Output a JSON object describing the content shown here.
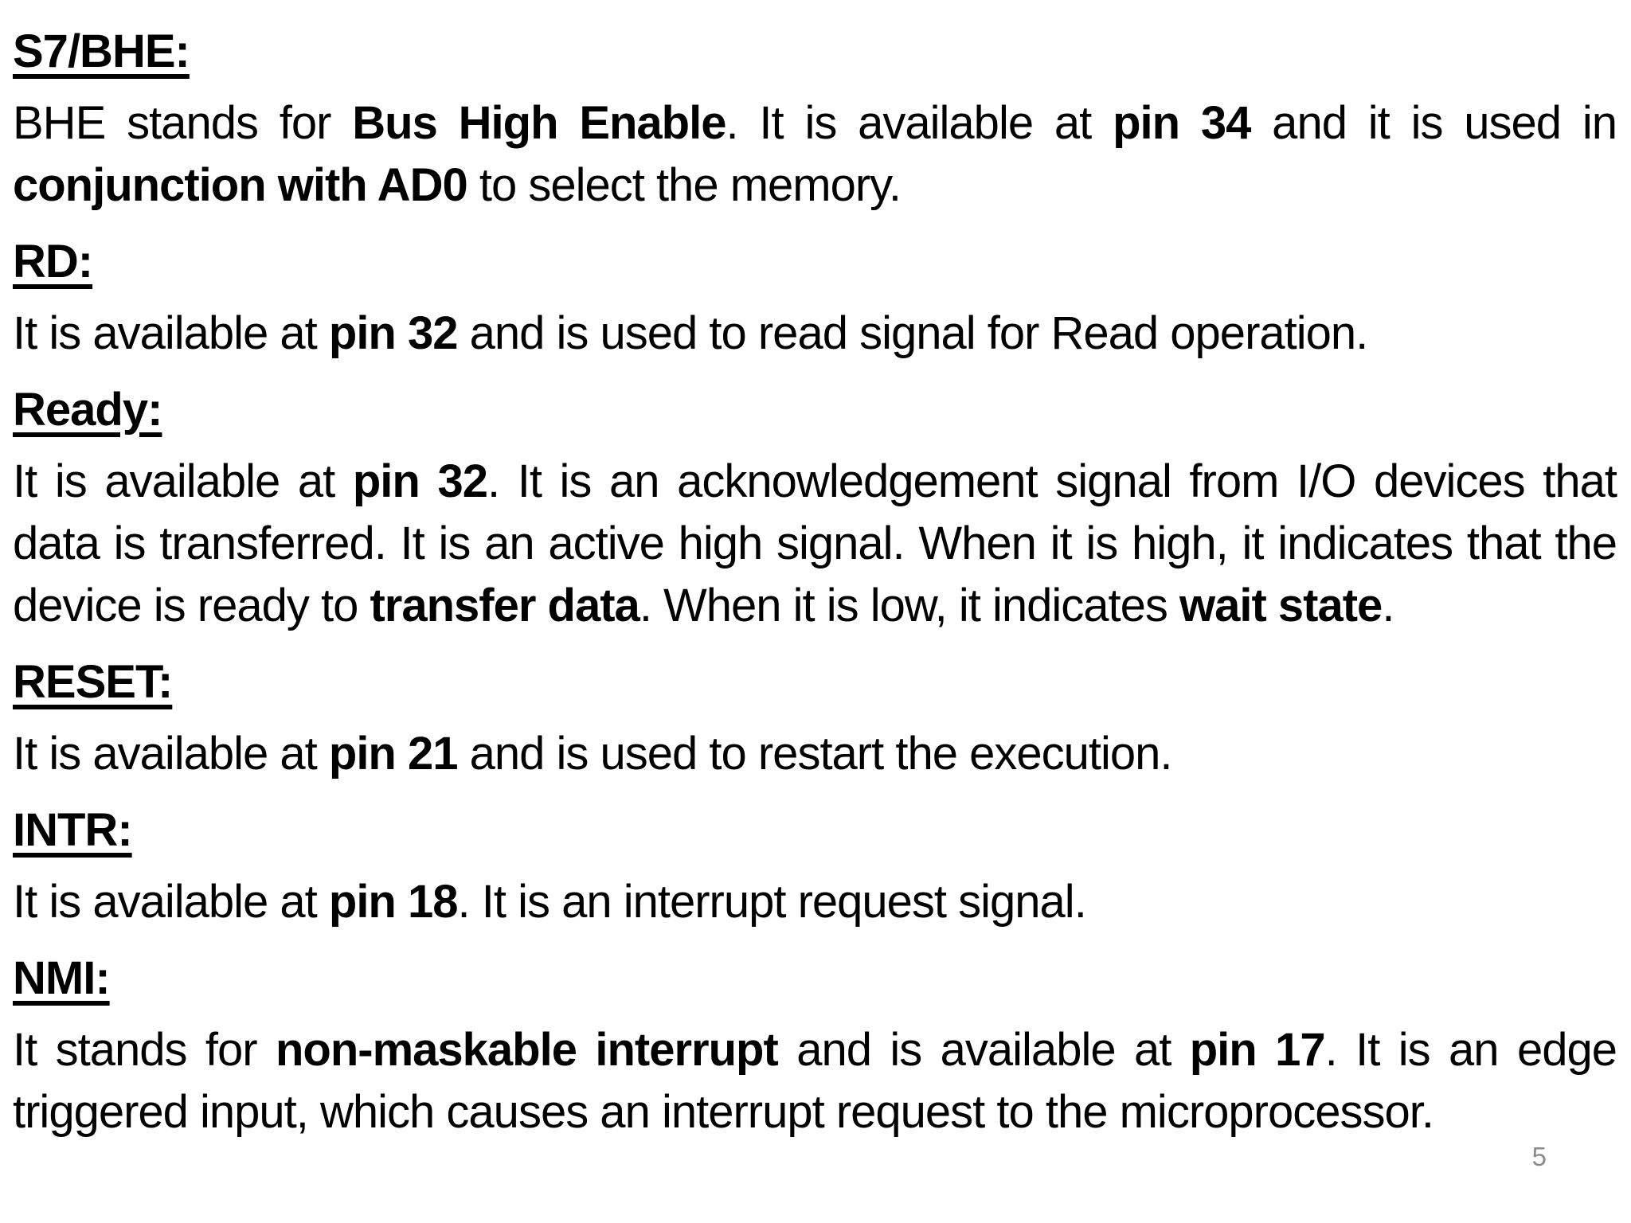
{
  "page_number": "5",
  "colors": {
    "background": "#ffffff",
    "text": "#000000",
    "page_number": "#8c8c8c"
  },
  "sections": [
    {
      "heading": "S7/BHE:",
      "runs": [
        {
          "text": "BHE stands for ",
          "bold": false
        },
        {
          "text": "Bus High Enable",
          "bold": true
        },
        {
          "text": ". It is available at ",
          "bold": false
        },
        {
          "text": "pin 34",
          "bold": true
        },
        {
          "text": " and it is used in ",
          "bold": false
        },
        {
          "text": "conjunction with AD0",
          "bold": true
        },
        {
          "text": " to select the memory.",
          "bold": false
        }
      ]
    },
    {
      "heading": "RD:",
      "runs": [
        {
          "text": "It is available at ",
          "bold": false
        },
        {
          "text": "pin 32",
          "bold": true
        },
        {
          "text": " and is used to read signal for Read operation.",
          "bold": false
        }
      ]
    },
    {
      "heading": "Ready:",
      "runs": [
        {
          "text": "It is available at ",
          "bold": false
        },
        {
          "text": "pin 32",
          "bold": true
        },
        {
          "text": ". It is an acknowledgement signal from I/O devices that data is transferred. It is an active high signal. When it is high, it indicates that the device is ready to ",
          "bold": false
        },
        {
          "text": "transfer data",
          "bold": true
        },
        {
          "text": ". When it is low, it indicates ",
          "bold": false
        },
        {
          "text": "wait state",
          "bold": true
        },
        {
          "text": ".",
          "bold": false
        }
      ]
    },
    {
      "heading": "RESET:",
      "runs": [
        {
          "text": "It is available at ",
          "bold": false
        },
        {
          "text": "pin 21",
          "bold": true
        },
        {
          "text": " and is used to restart the execution.",
          "bold": false
        }
      ]
    },
    {
      "heading": "INTR:",
      "runs": [
        {
          "text": "It is available at ",
          "bold": false
        },
        {
          "text": "pin 18",
          "bold": true
        },
        {
          "text": ". It is an interrupt request signal.",
          "bold": false
        }
      ]
    },
    {
      "heading": "NMI:",
      "runs": [
        {
          "text": "It stands for ",
          "bold": false
        },
        {
          "text": "non-maskable interrupt",
          "bold": true
        },
        {
          "text": " and is available at ",
          "bold": false
        },
        {
          "text": "pin 17",
          "bold": true
        },
        {
          "text": ". It is an edge triggered input, which causes an interrupt request to the microprocessor.",
          "bold": false
        }
      ]
    }
  ]
}
